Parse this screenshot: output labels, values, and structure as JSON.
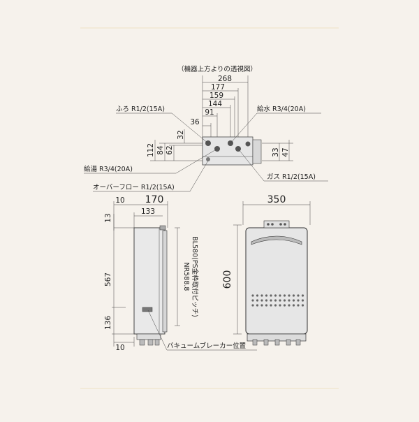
{
  "top_view": {
    "title": "（機器上方よりの透視図）",
    "widths": [
      "268",
      "177",
      "159",
      "144",
      "91",
      "36"
    ],
    "depth_labels": [
      "32",
      "112",
      "84",
      "62",
      "33",
      "47"
    ],
    "ports": {
      "furo": "ふろ R1/2(15A)",
      "water": "給水 R3/4(20A)",
      "hot": "給湯 R3/4(20A)",
      "gas": "ガス R1/2(15A)",
      "overflow": "オーバーフロー R1/2(15A)"
    }
  },
  "side_view": {
    "top_left": "10",
    "depth": "170",
    "inner": "133",
    "top_offset": "13",
    "height_main": "567",
    "height_low": "136",
    "bottom": "10",
    "pitch_note_1": "NR588.8",
    "pitch_note_2": "BL580(PS金枠取付ピッチ)",
    "breaker": "バキュームブレーカー位置"
  },
  "front_view": {
    "width": "350",
    "height": "600"
  },
  "colors": {
    "background": "#f6f2ec",
    "frame_line": "#efe3c4",
    "ink": "#333333",
    "body_fill": "#e9e9e9"
  }
}
